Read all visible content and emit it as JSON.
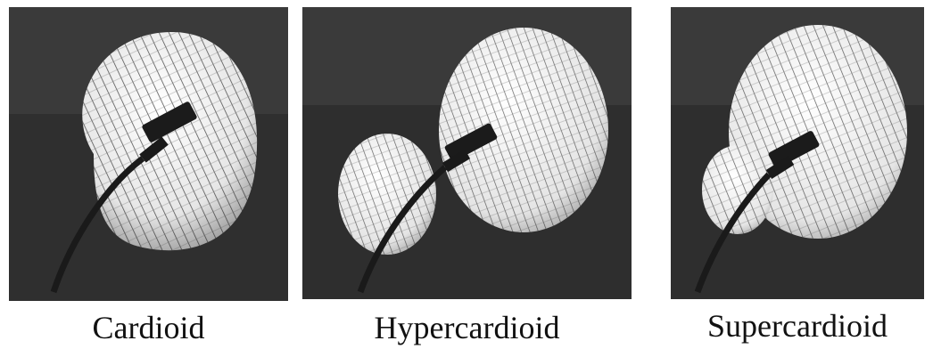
{
  "figure": {
    "panels": [
      {
        "label": "Cardioid"
      },
      {
        "label": "Hypercardioid"
      },
      {
        "label": "Supercardioid"
      }
    ]
  }
}
